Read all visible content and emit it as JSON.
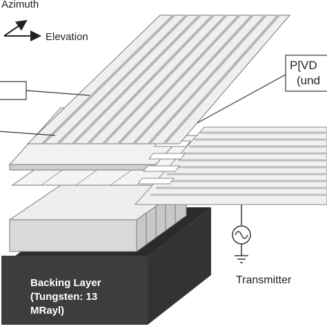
{
  "labels": {
    "azimuth": "Azimuth",
    "elevation": "Elevation",
    "pvdf_line1": "P[VD",
    "pvdf_line2": "(und",
    "transmitter": "Transmitter",
    "backing_line1": "Backing Layer",
    "backing_line2": "(Tungsten: 13",
    "backing_line3": "MRayl)"
  },
  "colors": {
    "backing_front": "#3d3d3d",
    "backing_top": "#2b2b2b",
    "element_face": "#d9d9d9",
    "layer_face": "#f2f2f2",
    "stripe": "#bdbdbd",
    "outline": "#777777"
  }
}
